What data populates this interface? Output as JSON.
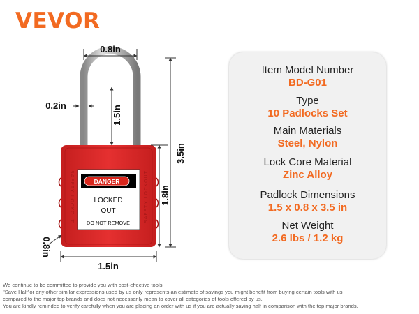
{
  "brand": {
    "logo_text": "VEVOR",
    "color": "#f26a21"
  },
  "dimensions": {
    "shackle_width": "0.8in",
    "shackle_diameter": "0.2in",
    "shackle_height": "1.5in",
    "total_height": "3.5in",
    "body_height": "1.8in",
    "body_depth": "0.8in",
    "body_width": "1.5in"
  },
  "label": {
    "danger": "DANGER",
    "line1": "LOCKED",
    "line2": "OUT",
    "line3": "DO NOT REMOVE",
    "side_text": "SAFETY LOCKOUT"
  },
  "specs": [
    {
      "label": "Item Model Number",
      "value": "BD-G01"
    },
    {
      "label": "Type",
      "value": "10 Padlocks Set"
    },
    {
      "label": "Main Materials",
      "value": "Steel, Nylon"
    },
    {
      "label": "Lock Core Material",
      "value": "Zinc Alloy"
    },
    {
      "label": "Padlock Dimensions",
      "value": "1.5 x 0.8 x 3.5 in"
    },
    {
      "label": "Net Weight",
      "value": "2.6 lbs / 1.2 kg"
    }
  ],
  "disclaimer": [
    "We continue to be committed to provide you with cost-effective tools.",
    "\"Save Half\"or any other similar expressions used by us only represents an estimate of savings you might benefit from buying certain tools with us",
    "compared to the major top brands and does not necessarily mean to cover all categories of tools offered by us.",
    "You are kindly reminded to verify carefully when you are placing an order with us if you are actually saving half in comparison with the top major brands."
  ],
  "colors": {
    "padlock_body": "#e02b2b",
    "accent": "#f26a21",
    "card_bg": "#f1f1f1"
  }
}
